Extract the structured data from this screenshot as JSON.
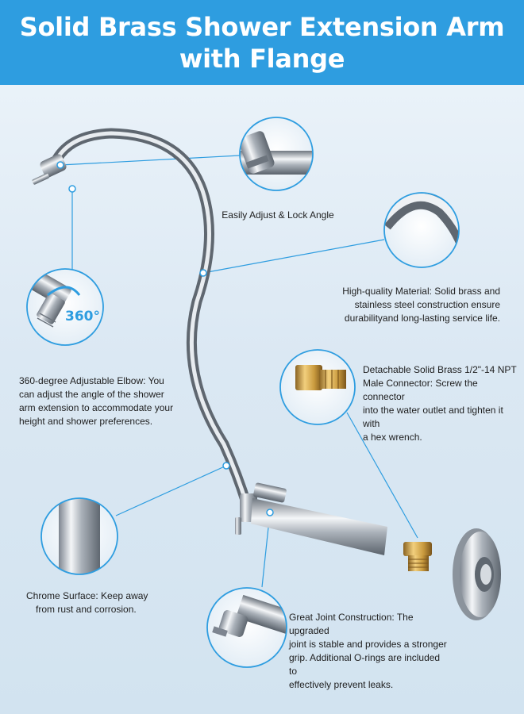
{
  "header": {
    "title_line1": "Solid Brass Shower Extension Arm",
    "title_line2": "with Flange",
    "background": "#2e9de0"
  },
  "callouts": {
    "lock_angle": [
      "Easily Adjust & Lock Angle"
    ],
    "material": [
      "High-quality Material: Solid brass and",
      "stainless steel construction ensure",
      "durabilityand long-lasting service life."
    ],
    "elbow": [
      "360-degree Adjustable Elbow: You",
      "can adjust the angle of the shower",
      "arm extension to accommodate your",
      "height and shower preferences."
    ],
    "connector": [
      "Detachable Solid Brass 1/2\"-14 NPT",
      "Male Connector: Screw the connector",
      "into the water outlet and tighten it with",
      "a hex wrench."
    ],
    "chrome": [
      "Chrome Surface: Keep away",
      "from rust and corrosion."
    ],
    "joint": [
      "Great Joint Construction: The upgraded",
      "joint is stable and provides a stronger",
      "grip. Additional O-rings are included to",
      "effectively prevent leaks."
    ]
  },
  "badge_360": "360°",
  "colors": {
    "accent": "#2e9de0",
    "chrome": "#c8ccd2",
    "brass": "#c99a3e"
  },
  "icons": [
    "swivel-lock-icon",
    "rotation-arrow-icon",
    "hex-nut-icon",
    "flange-icon"
  ]
}
